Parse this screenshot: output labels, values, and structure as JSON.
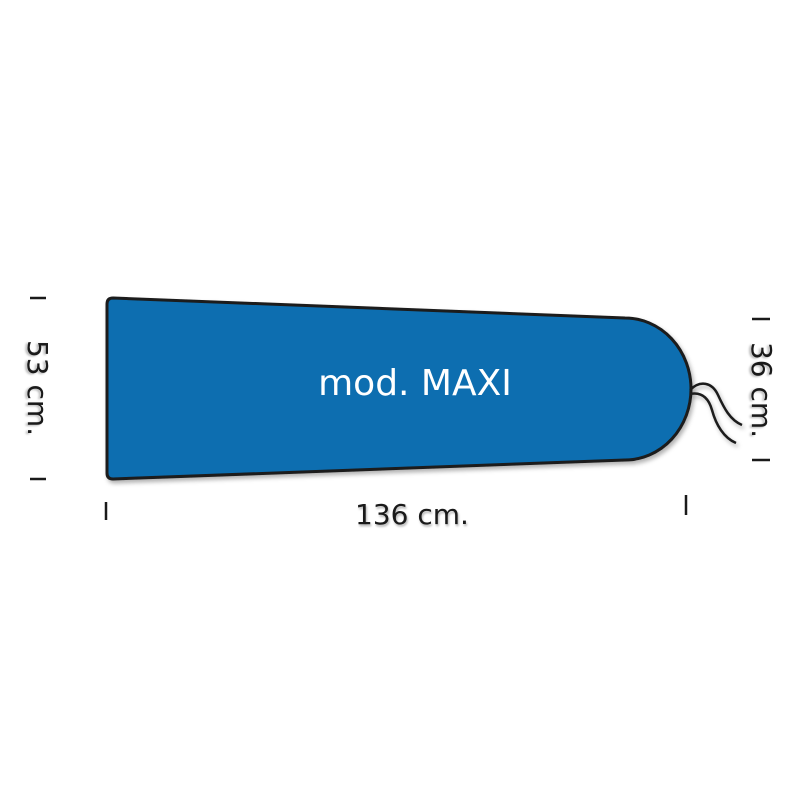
{
  "model_label": "mod. MAXI",
  "dimensions": {
    "width_left": "53 cm.",
    "width_right": "36 cm.",
    "length": "136 cm."
  },
  "colors": {
    "cover_fill": "#0f6eb0",
    "outline": "#1a1a1a",
    "label_text": "#ffffff"
  }
}
